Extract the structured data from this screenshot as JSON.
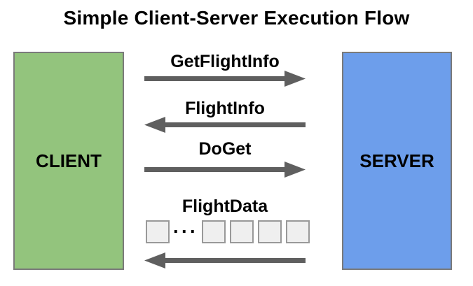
{
  "title": "Simple Client-Server Execution Flow",
  "client": {
    "label": "CLIENT"
  },
  "server": {
    "label": "SERVER"
  },
  "messages": [
    {
      "label": "GetFlightInfo",
      "direction": "right",
      "from": "CLIENT",
      "to": "SERVER"
    },
    {
      "label": "FlightInfo",
      "direction": "left",
      "from": "SERVER",
      "to": "CLIENT"
    },
    {
      "label": "DoGet",
      "direction": "right",
      "from": "CLIENT",
      "to": "SERVER"
    },
    {
      "label": "FlightData",
      "direction": "left",
      "from": "SERVER",
      "to": "CLIENT",
      "stream": true,
      "ellipsis": "···",
      "chunks_before_ellipsis": 1,
      "chunks_after_ellipsis": 4
    }
  ],
  "colors": {
    "client_fill": "#93C47D",
    "server_fill": "#6D9EEB",
    "box_border": "#7A7A7A",
    "arrow": "#5F5F5F",
    "square_fill": "#EFEFEF",
    "square_border": "#999999",
    "text": "#000000"
  }
}
